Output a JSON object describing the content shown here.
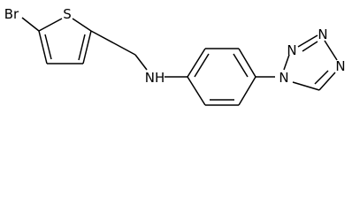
{
  "molecule": {
    "atoms": {
      "br": "Br",
      "s": "S",
      "nh": "NH",
      "n1": "N",
      "n2": "N",
      "n3": "N",
      "n4": "N"
    }
  },
  "colors": {
    "bond": "#000000",
    "label": "#000000",
    "background": "#ffffff"
  }
}
